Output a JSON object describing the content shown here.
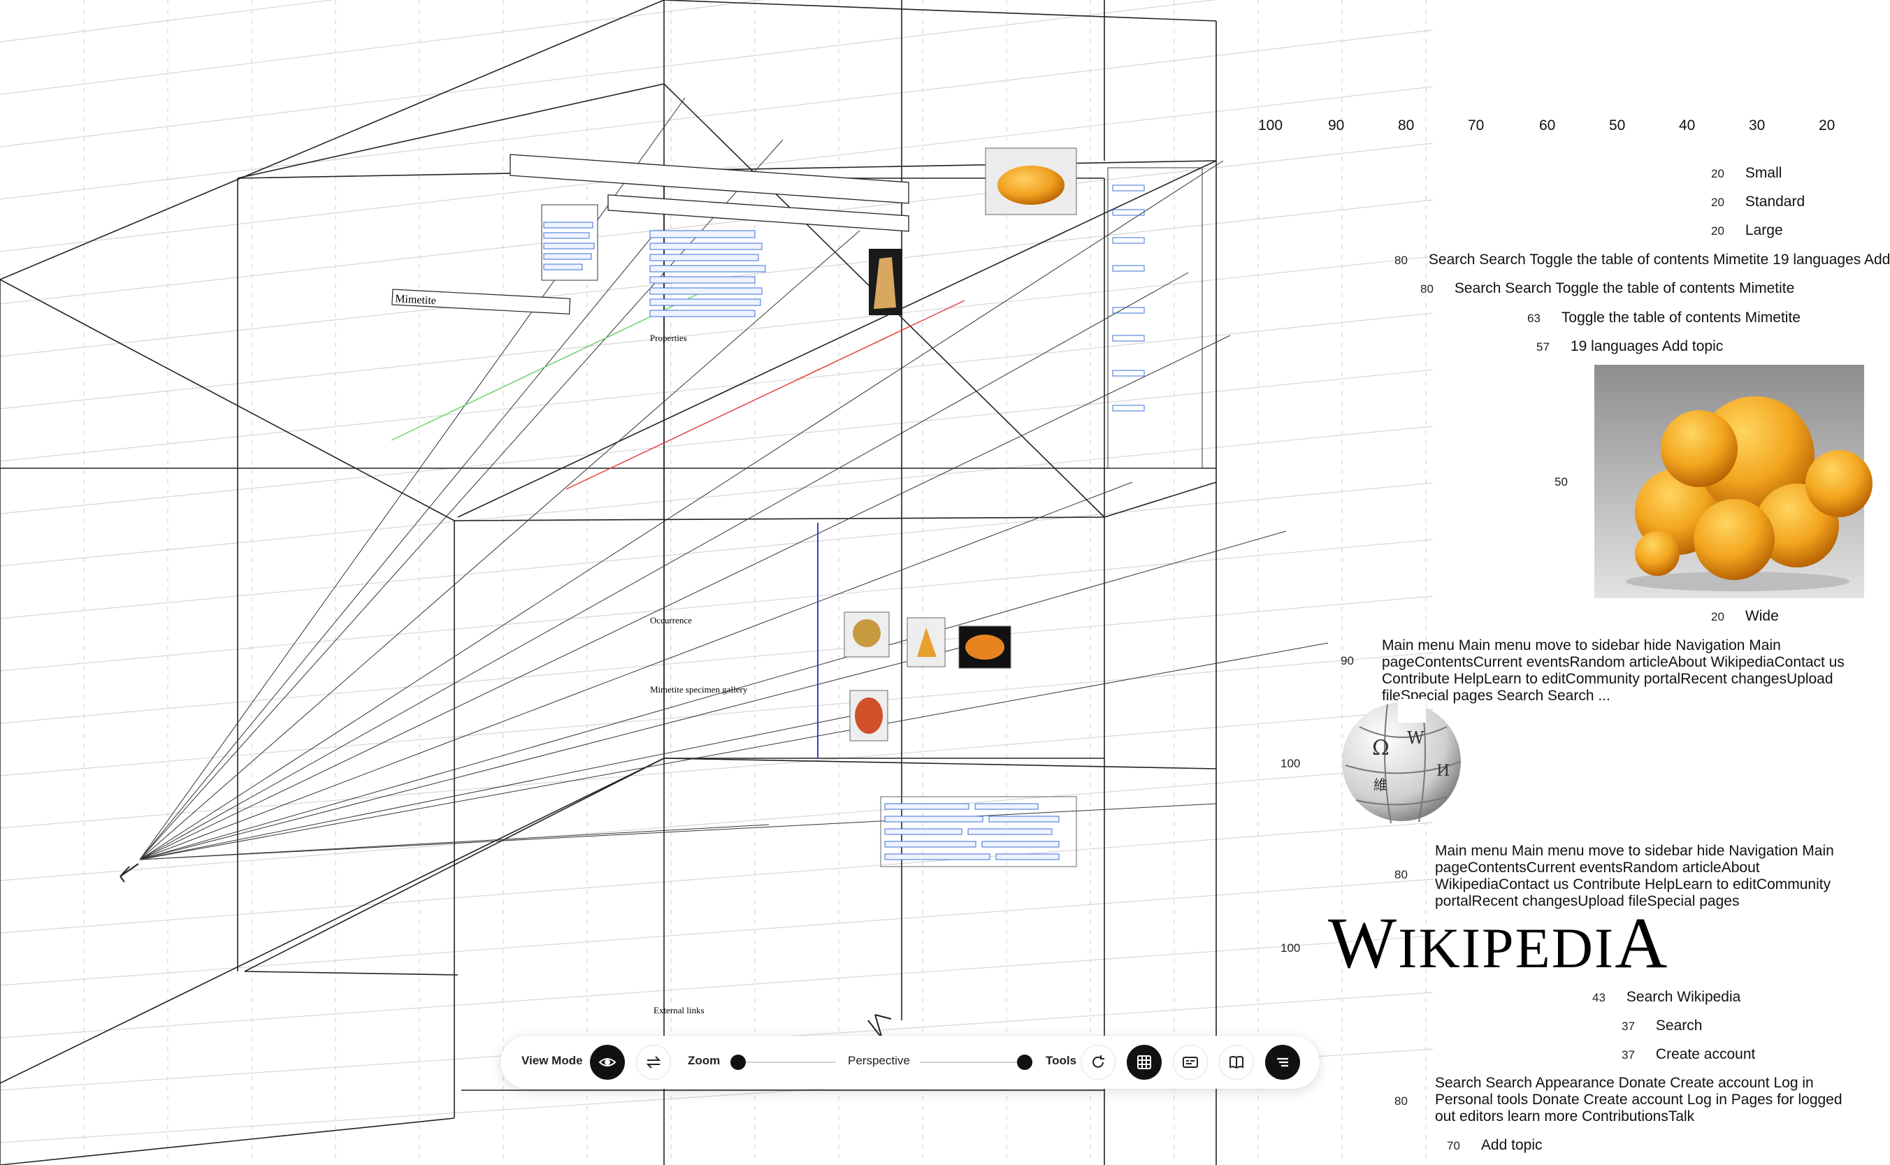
{
  "ruler": {
    "ticks": [
      "100",
      "90",
      "80",
      "70",
      "60",
      "50",
      "40",
      "30",
      "20"
    ]
  },
  "layers": [
    {
      "depth": "20",
      "text": "Small"
    },
    {
      "depth": "20",
      "text": "Standard"
    },
    {
      "depth": "20",
      "text": "Large"
    },
    {
      "depth": "80",
      "text": "Search Search Toggle the table of contents Mimetite 19 languages Add"
    },
    {
      "depth": "80",
      "text": "Search Search Toggle the table of contents Mimetite"
    },
    {
      "depth": "63",
      "text": "Toggle the table of contents Mimetite"
    },
    {
      "depth": "57",
      "text": "19 languages Add topic"
    }
  ],
  "image_layer": {
    "depth": "50",
    "below_depth": "20",
    "below_text": "Wide"
  },
  "menu_layer_1": {
    "depth": "90",
    "text": "Main menu Main menu move to sidebar hide Navigation Main pageContentsCurrent eventsRandom articleAbout WikipediaContact us Contribute HelpLearn to editCommunity portalRecent changesUpload fileSpecial pages Search Search ..."
  },
  "globe_layer": {
    "depth": "100"
  },
  "menu_layer_2": {
    "depth": "80",
    "text": "Main menu Main menu move to sidebar hide Navigation Main pageContentsCurrent eventsRandom articleAbout WikipediaContact us Contribute HelpLearn to editCommunity portalRecent changesUpload fileSpecial pages"
  },
  "wordmark_layer": {
    "depth": "100",
    "text_W": "W",
    "text_ikipedi": "IKIPEDI",
    "text_A": "A"
  },
  "lower_layers": [
    {
      "depth": "43",
      "text": "Search Wikipedia"
    },
    {
      "depth": "37",
      "text": "Search"
    },
    {
      "depth": "37",
      "text": "Create account"
    }
  ],
  "tools_layer": {
    "depth": "80",
    "text": "Search Search Appearance Donate Create account Log in Personal tools Donate Create account Log in Pages for logged out editors learn more ContributionsTalk"
  },
  "last_layer": {
    "depth": "70",
    "text": "Add topic"
  },
  "scene": {
    "page_title": "Mimetite",
    "section_occurrence": "Occurrence",
    "section_gallery": "Mimetite specimen gallery",
    "section_properties": "Properties",
    "section_external": "External links"
  },
  "toolbar": {
    "view_mode_label": "View Mode",
    "zoom_label": "Zoom",
    "zoom_value": 0.0,
    "perspective_label": "Perspective",
    "perspective_value": 1.0,
    "tools_label": "Tools"
  },
  "colors": {
    "mineral": "#f0a020",
    "mineral_dark": "#c76c06",
    "toolbar_dark": "#111111"
  }
}
